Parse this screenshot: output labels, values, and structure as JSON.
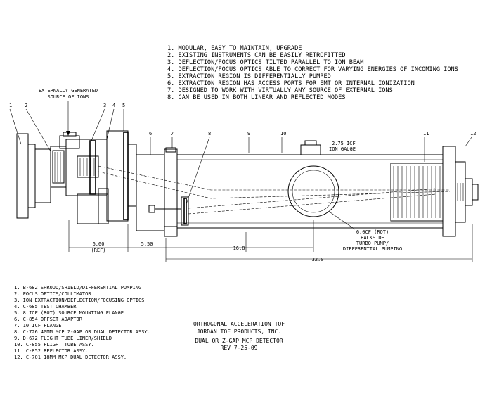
{
  "features": [
    "1. MODULAR, EASY TO MAINTAIN, UPGRADE",
    "2. EXISTING INSTRUMENTS CAN BE EASILY RETROFITTED",
    "3. DEFLECTION/FOCUS OPTICS TILTED PARALLEL TO ION BEAM",
    "4. DEFLECTION/FOCUS OPTICS ABLE TO CORRECT FOR VARYING ENERGIES OF INCOMING IONS",
    "5. EXTRACTION REGION IS DIFFERENTIALLY PUMPED",
    "6. EXTRACTION REGION HAS ACCESS PORTS FOR EMT OR INTERNAL IONIZATION",
    "7. DESIGNED TO WORK WITH VIRTUALLY ANY SOURCE OF EXTERNAL IONS",
    "8. CAN BE USED IN BOTH LINEAR AND REFLECTED MODES"
  ],
  "source_label": [
    "EXTERNALLY GENERATED",
    "SOURCE OF IONS"
  ],
  "callouts": [
    "1",
    "2",
    "3",
    "4",
    "5",
    "6",
    "7",
    "8",
    "9",
    "10",
    "11",
    "12"
  ],
  "gauge_label": [
    "2.75 ICF",
    "ION GAUGE"
  ],
  "pump_label": [
    "6.0CF (ROT)",
    "BACKSIDE",
    "TURBO PUMP/",
    "DIFFERENTIAL PUMPING"
  ],
  "dimensions": {
    "d600": "6.00",
    "d600_ref": "(REF)",
    "d550": "5.50",
    "d168": "16.8",
    "d320": "32.0"
  },
  "parts_list": [
    "1. B-682 SHROUD/SHIELD/DIFFERENTIAL PUMPING",
    "2. FOCUS OPTICS/COLLIMATOR",
    "3. ION EXTRACTION/DEFLECTION/FOCUSING OPTICS",
    "4. C-685 TEST CHAMBER",
    "5. 8 ICF (ROT) SOURCE MOUNTING FLANGE",
    "6. C-854 OFFSET ADAPTOR",
    "7. 10 ICF FLANGE",
    "8. C-726 40MM MCP Z-GAP OR DUAL DETECTOR ASSY.",
    "9. D-672 FLIGHT TUBE LINER/SHIELD",
    "10. C-855 FLIGHT TUBE ASSY.",
    "11. C-852 REFLECTOR ASSY.",
    "12. C-701 18MM MCP DUAL DETECTOR ASSY."
  ],
  "title_block": [
    "ORTHOGONAL ACCELERATION TOF",
    "JORDAN TOF PRODUCTS, INC.",
    "DUAL OR Z-GAP MCP DETECTOR",
    "REV 7-25-09"
  ]
}
